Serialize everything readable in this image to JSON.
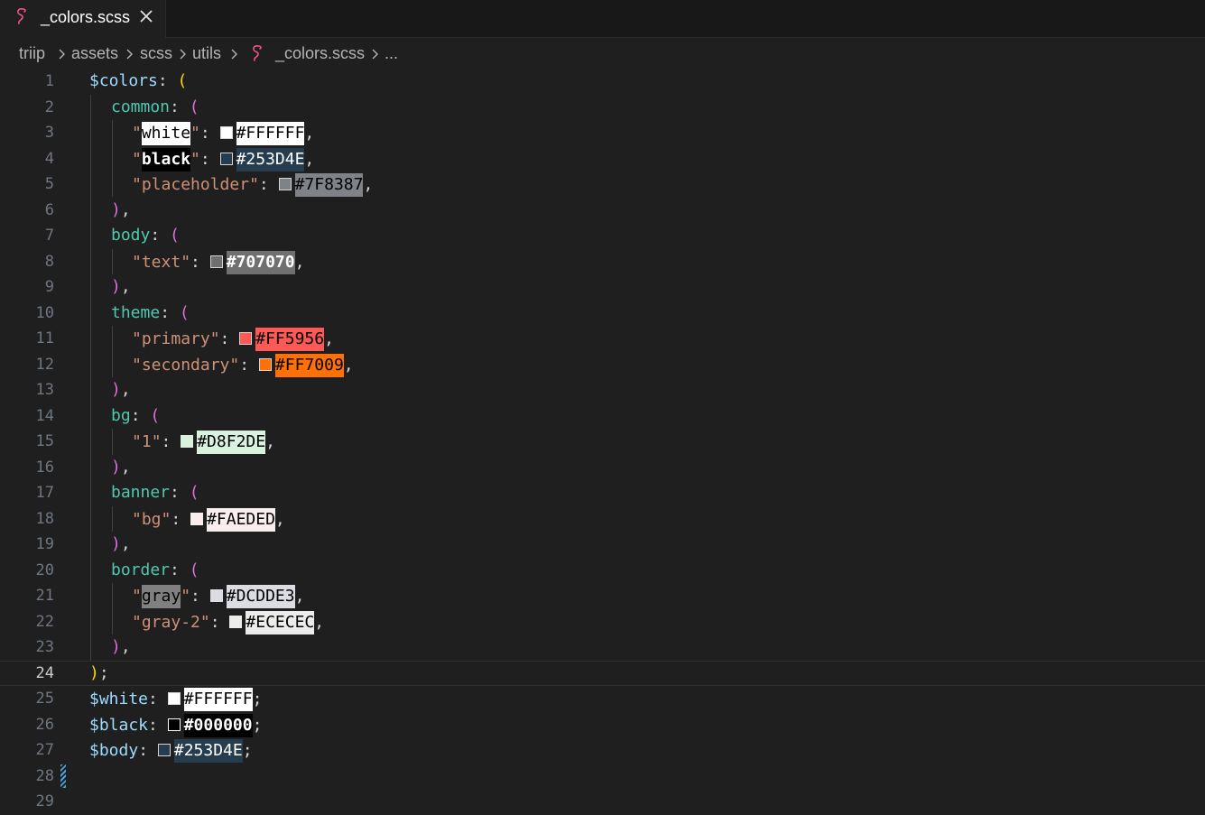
{
  "tab": {
    "label": "_colors.scss",
    "icon": "sass-icon",
    "close_icon": "close-icon"
  },
  "breadcrumb": [
    "triip",
    "assets",
    "scss",
    "utils",
    "_colors.scss",
    "..."
  ],
  "editor": {
    "current_line": 24,
    "lines": [
      {
        "n": "1"
      },
      {
        "n": "2"
      },
      {
        "n": "3"
      },
      {
        "n": "4"
      },
      {
        "n": "5"
      },
      {
        "n": "6"
      },
      {
        "n": "7"
      },
      {
        "n": "8"
      },
      {
        "n": "9"
      },
      {
        "n": "10"
      },
      {
        "n": "11"
      },
      {
        "n": "12"
      },
      {
        "n": "13"
      },
      {
        "n": "14"
      },
      {
        "n": "15"
      },
      {
        "n": "16"
      },
      {
        "n": "17"
      },
      {
        "n": "18"
      },
      {
        "n": "19"
      },
      {
        "n": "20"
      },
      {
        "n": "21"
      },
      {
        "n": "22"
      },
      {
        "n": "23"
      },
      {
        "n": "24"
      },
      {
        "n": "25"
      },
      {
        "n": "26"
      },
      {
        "n": "27"
      },
      {
        "n": "28"
      },
      {
        "n": "29"
      }
    ],
    "tokens": {
      "colors_var": "$colors",
      "common": "common",
      "white_key": "white",
      "black_key": "black",
      "placeholder_key": "placeholder",
      "body": "body",
      "text_key": "text",
      "theme": "theme",
      "primary_key": "primary",
      "secondary_key": "secondary",
      "bg": "bg",
      "one_key": "1",
      "banner": "banner",
      "bg_key": "bg",
      "border": "border",
      "gray_key": "gray",
      "gray2_key": "gray-2",
      "white_var": "$white",
      "black_var": "$black",
      "body_var": "$body"
    },
    "values": {
      "white": "#FFFFFF",
      "black": "#253D4E",
      "placeholder": "#7F8387",
      "text": "#707070",
      "primary": "#FF5956",
      "secondary": "#FF7009",
      "bg1": "#D8F2DE",
      "banner_bg": "#FAEDED",
      "gray": "#DCDDE3",
      "gray2": "#ECECEC",
      "white_var": "#FFFFFF",
      "black_var": "#000000",
      "body_var": "#253D4E"
    }
  }
}
